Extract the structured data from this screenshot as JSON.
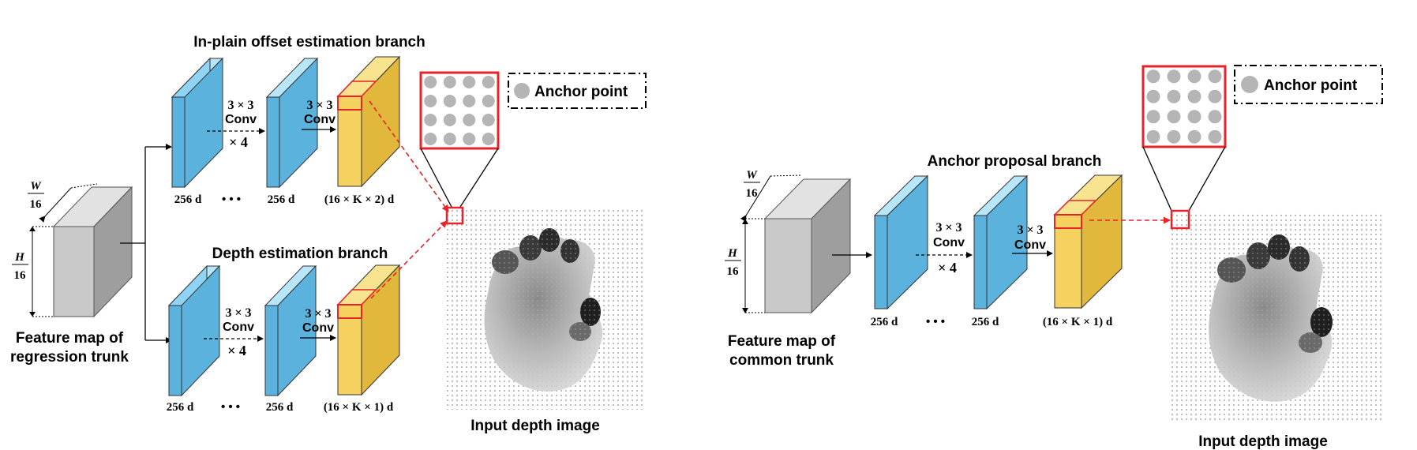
{
  "colors": {
    "blue_face": "#5bb2dd",
    "blue_side": "#8fd3f5",
    "blue_top": "#b8e6fb",
    "yellow_face": "#f5d25f",
    "yellow_side": "#e1b73c",
    "gray_face": "#c9c9c9",
    "gray_side": "#9e9e9e",
    "gray_top": "#e2e2e2",
    "highlight_red": "#e8232a",
    "anchor_gray": "#b5b5b5"
  },
  "left_diagram": {
    "offset_branch_title": "In-plain offset estimation branch",
    "depth_branch_title": "Depth estimation branch",
    "trunk_label_line1": "Feature map of",
    "trunk_label_line2": "regression trunk",
    "width_num": "W",
    "height_num": "H",
    "dim_den": "16",
    "conv_kernel": "3 × 3",
    "conv_word": "Conv",
    "repeat": "× 4",
    "channels": "256 d",
    "ellipsis": "• • •",
    "offset_output_dim": "(16 × K × 2) d",
    "depth_output_dim": "(16 × K × 1) d",
    "anchor_legend": "Anchor point",
    "input_caption": "Input depth image"
  },
  "right_diagram": {
    "branch_title": "Anchor proposal branch",
    "trunk_label_line1": "Feature map of",
    "trunk_label_line2": "common trunk",
    "width_num": "W",
    "height_num": "H",
    "dim_den": "16",
    "conv_kernel": "3 × 3",
    "conv_word": "Conv",
    "repeat": "× 4",
    "channels": "256 d",
    "ellipsis": "• • •",
    "output_dim": "(16 × K × 1) d",
    "anchor_legend": "Anchor point",
    "input_caption": "Input depth image"
  }
}
